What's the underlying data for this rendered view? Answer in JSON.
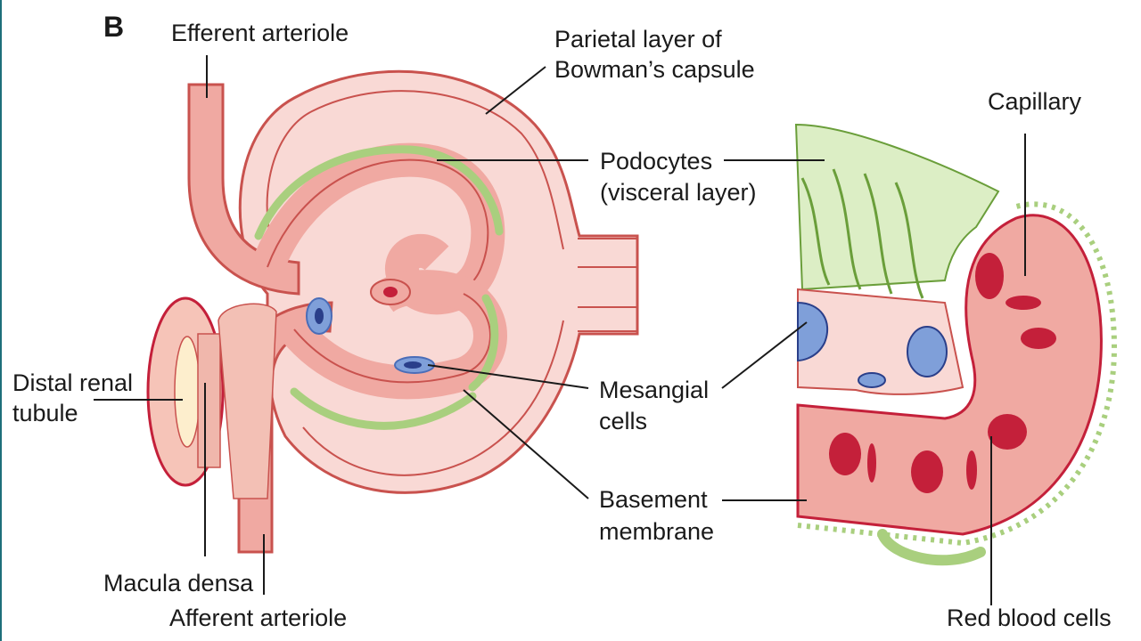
{
  "panel_letter": "B",
  "labels": {
    "efferent_arteriole": "Efferent arteriole",
    "parietal_layer": "Parietal layer of",
    "parietal_layer_2": "Bowman’s capsule",
    "capillary": "Capillary",
    "podocytes": "Podocytes",
    "podocytes_2": "(visceral layer)",
    "distal_tubule": "Distal renal",
    "distal_tubule_2": "tubule",
    "mesangial": "Mesangial",
    "mesangial_2": "cells",
    "basement": "Basement",
    "basement_2": "membrane",
    "macula_densa": "Macula densa",
    "afferent_arteriole": "Afferent arteriole",
    "red_blood_cells": "Red blood cells"
  },
  "colors": {
    "vessel_fill": "#f0a9a2",
    "vessel_stroke": "#c9524e",
    "capsule_fill": "#f9d9d5",
    "podocyte_green": "#a9cf7e",
    "podocyte_stroke": "#6a9e3a",
    "mesangial_blue": "#7f9fd9",
    "rbc_red": "#c4203a",
    "tubule_fill": "#f6c4b8",
    "lumen_cream": "#fdeecd"
  }
}
